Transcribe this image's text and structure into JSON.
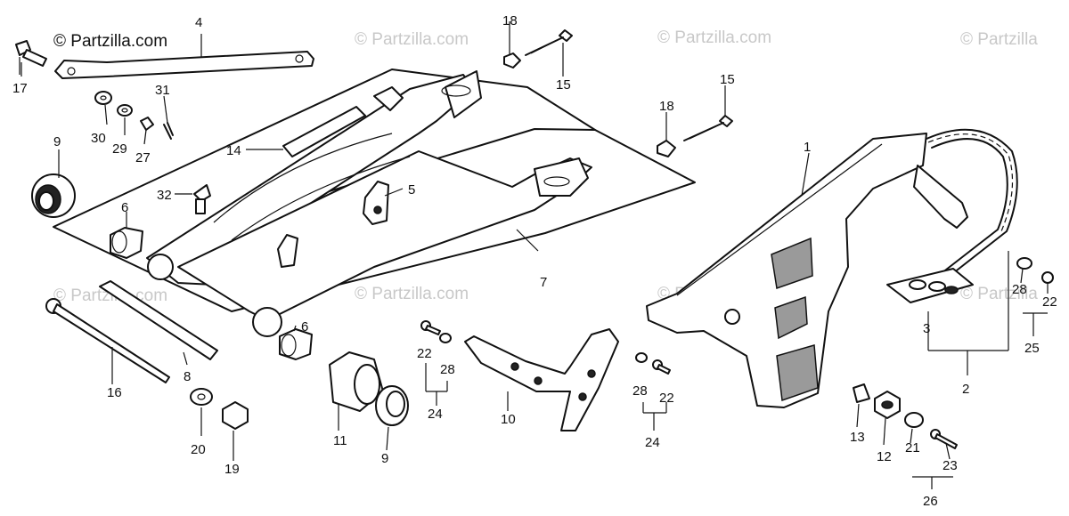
{
  "watermark": {
    "main": "© Partzilla.com",
    "faint": "© Partzilla.com",
    "faint_cut": "© Partzilla"
  },
  "callouts": {
    "n1": "1",
    "n2": "2",
    "n3": "3",
    "n4": "4",
    "n5": "5",
    "n6": "6",
    "n7": "7",
    "n8": "8",
    "n9": "9",
    "n10": "10",
    "n11": "11",
    "n12": "12",
    "n13": "13",
    "n14": "14",
    "n15": "15",
    "n16": "16",
    "n17": "17",
    "n18": "18",
    "n19": "19",
    "n20": "20",
    "n21": "21",
    "n22": "22",
    "n23": "23",
    "n24": "24",
    "n25": "25",
    "n26": "26",
    "n27": "27",
    "n28": "28",
    "n29": "29",
    "n30": "30",
    "n31": "31",
    "n32": "32"
  }
}
